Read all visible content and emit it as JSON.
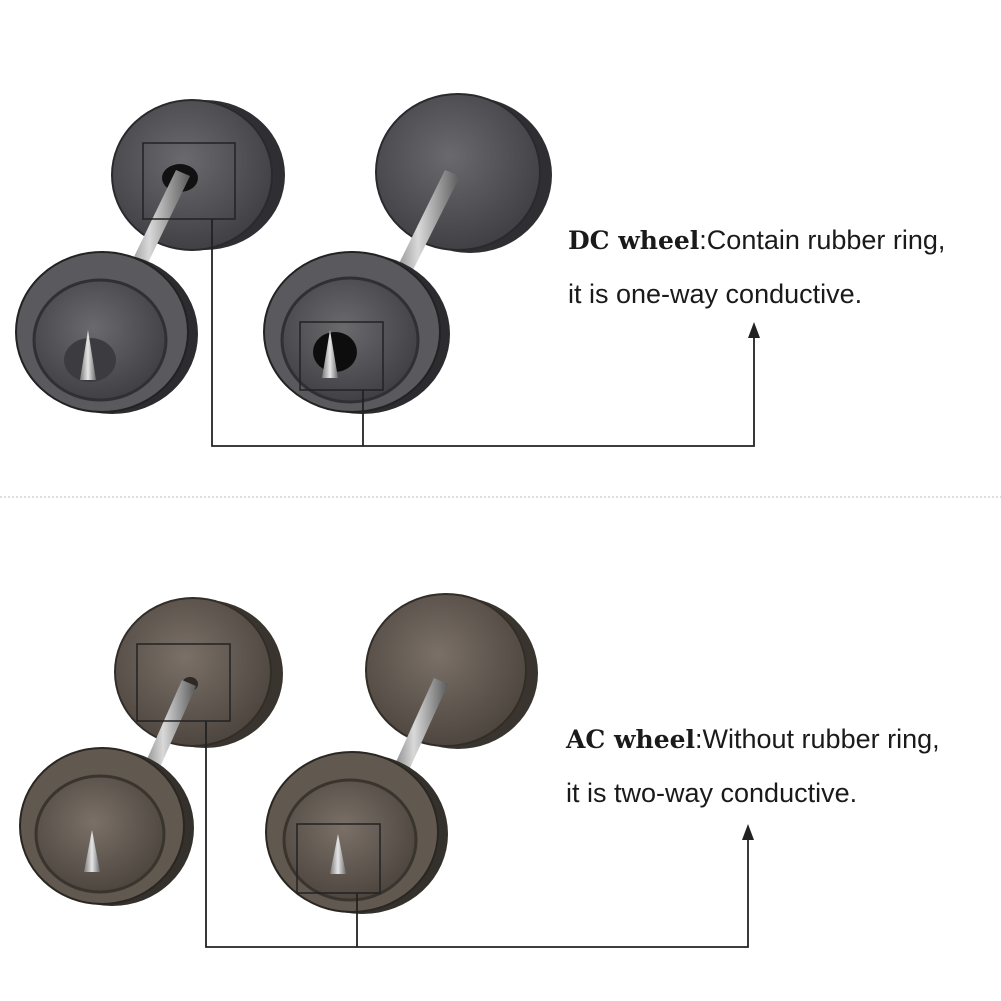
{
  "panels": [
    {
      "id": "dc",
      "term": "DC wheel",
      "description": ":Contain rubber ring,",
      "line2": "it is one-way conductive.",
      "has_rubber_ring": true
    },
    {
      "id": "ac",
      "term": "AC wheel",
      "description": ":Without rubber ring,",
      "line2": "it is two-way conductive.",
      "has_rubber_ring": false
    }
  ],
  "colors": {
    "background": "#ffffff",
    "text": "#1a1a1a",
    "callout_line": "#222222",
    "divider": "#bdbdbd",
    "dc_metal": "#4a4a4e",
    "ac_metal": "#5a524a",
    "axle": "#9a9a9a",
    "rubber": "#0d0d0d"
  }
}
